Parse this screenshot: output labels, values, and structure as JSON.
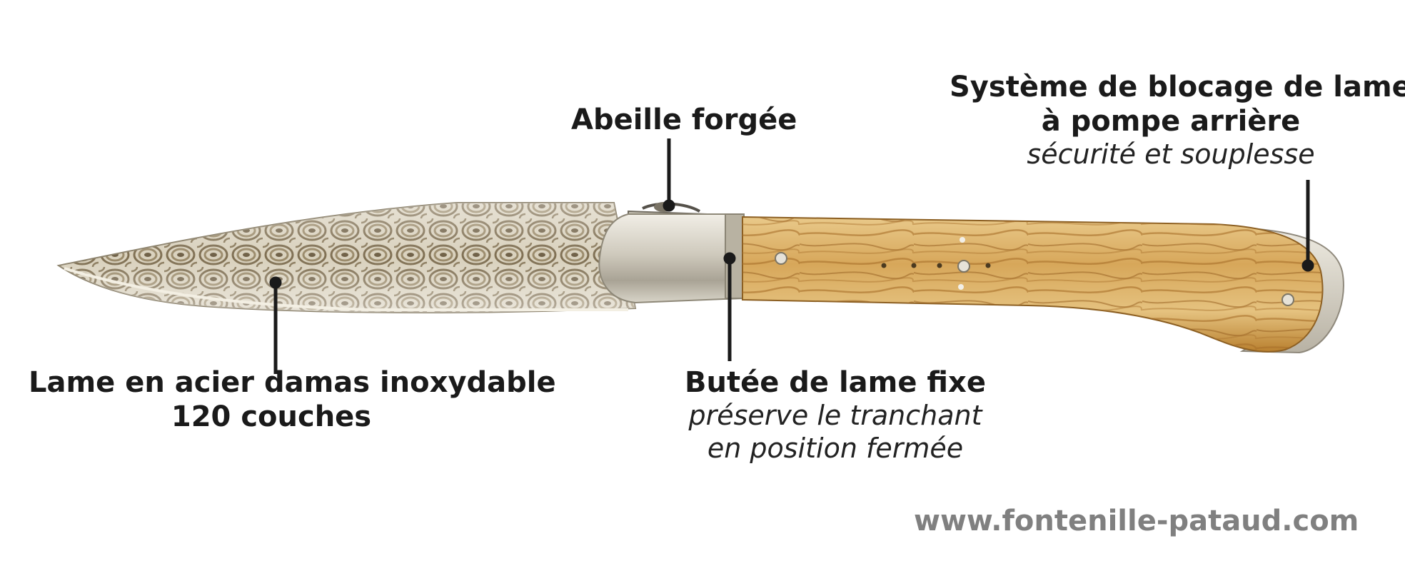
{
  "annotations": {
    "blade": {
      "title_line1": "Lame en acier damas inoxydable",
      "title_line2": "120 couches"
    },
    "bee": {
      "title": "Abeille forgée"
    },
    "blade_stop": {
      "title": "Butée de lame fixe",
      "subtitle_line1": "préserve le tranchant",
      "subtitle_line2": "en position fermée"
    },
    "locking_system": {
      "title_line1": "Système de blocage de lame",
      "title_line2": "à pompe arrière",
      "subtitle": "sécurité et souplesse"
    }
  },
  "footer": {
    "website": "www.fontenille-pataud.com"
  },
  "colors": {
    "text": "#1a1a1a",
    "website": "#808080",
    "pointer_line": "#1a1a1a",
    "olive_wood_light": "#e3bf7a",
    "olive_wood_dark": "#b9802f",
    "damascus_light": "#e8e2d2",
    "damascus_dark": "#8a7a5c",
    "bolster_steel": "#d8d4c8"
  },
  "icons": {
    "knife": "laguiole-knife-illustration",
    "bee": "forged-bee-icon"
  }
}
